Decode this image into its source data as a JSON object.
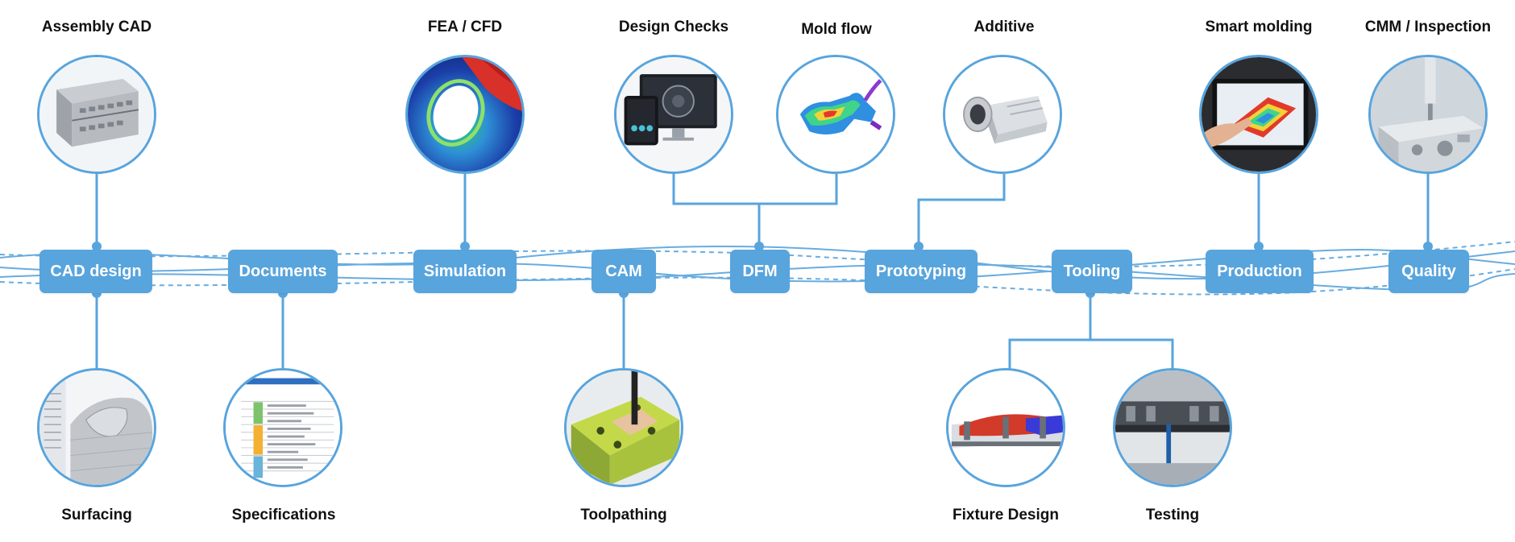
{
  "colors": {
    "accent": "#58a4dd",
    "text": "#111111"
  },
  "stages": {
    "cad": "CAD design",
    "documents": "Documents",
    "simulation": "Simulation",
    "cam": "CAM",
    "dfm": "DFM",
    "prototyping": "Prototyping",
    "tooling": "Tooling",
    "production": "Production",
    "quality": "Quality"
  },
  "top_labels": {
    "assembly_cad": "Assembly CAD",
    "fea_cfd": "FEA / CFD",
    "design_checks": "Design Checks",
    "mold_flow": "Mold flow",
    "additive": "Additive",
    "smart_molding": "Smart molding",
    "cmm_inspection": "CMM / Inspection"
  },
  "bottom_labels": {
    "surfacing": "Surfacing",
    "specifications": "Specifications",
    "toolpathing": "Toolpathing",
    "fixture_design": "Fixture Design",
    "testing": "Testing"
  }
}
